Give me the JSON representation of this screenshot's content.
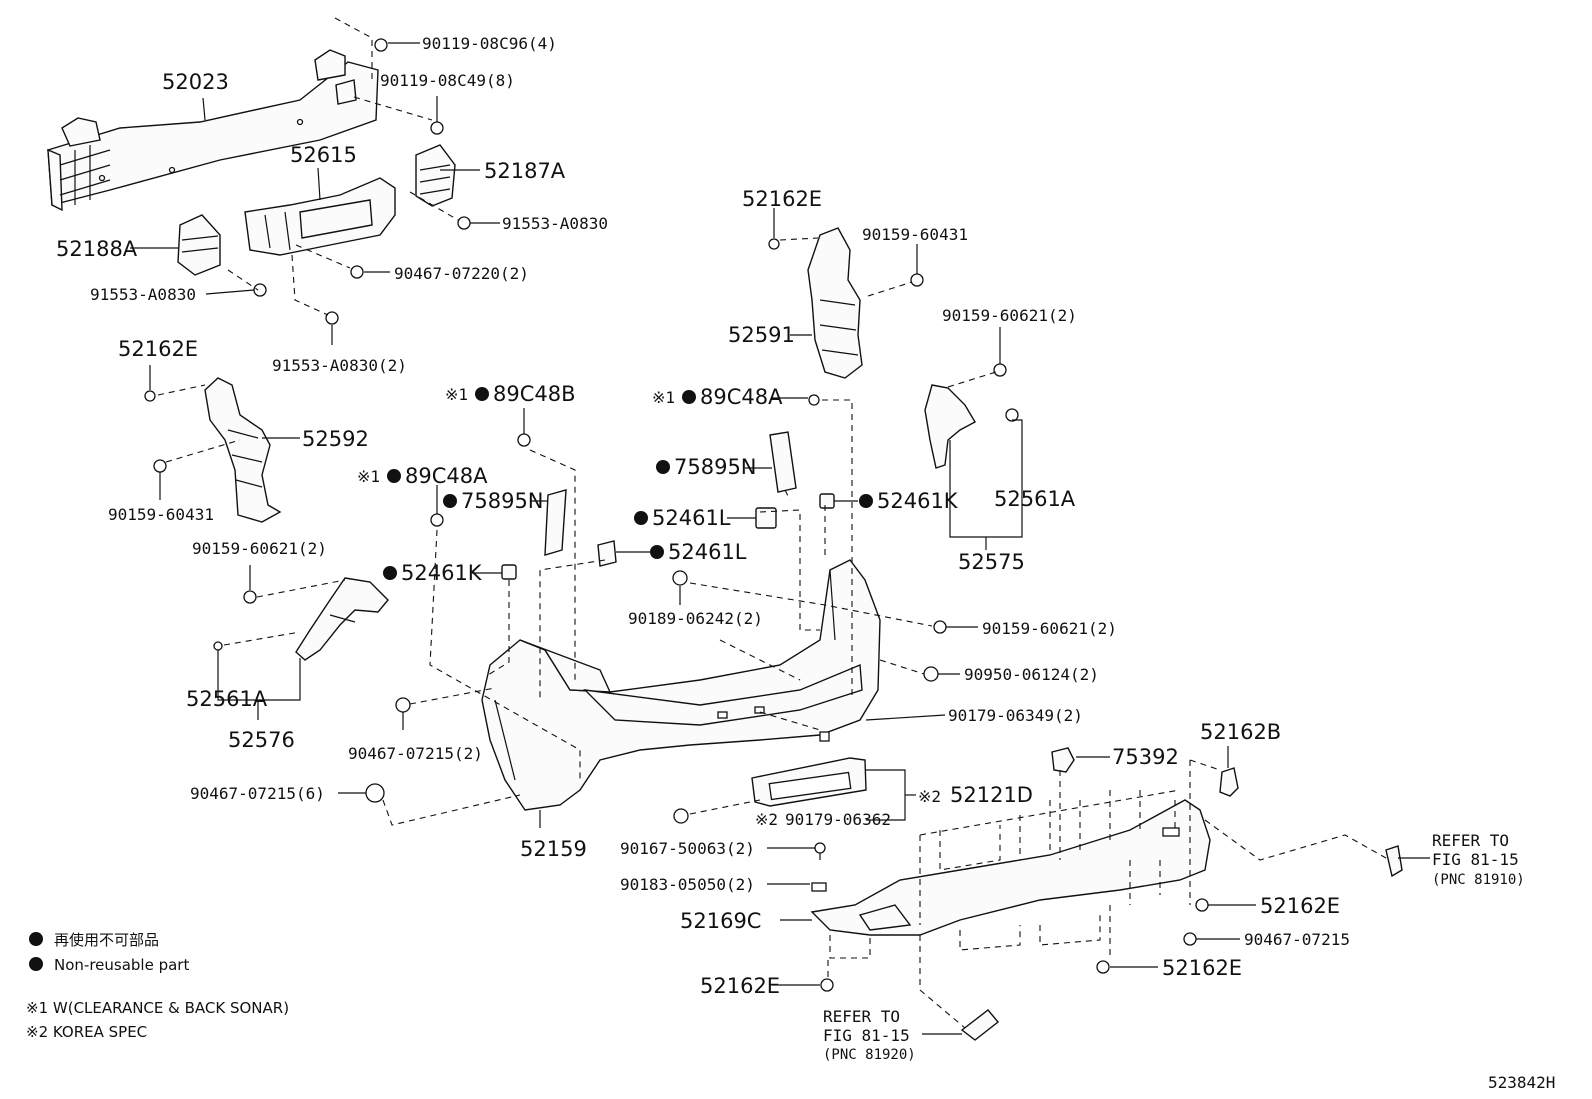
{
  "labels": {
    "p52023": "52023",
    "p90119_96": "90119-08C96(4)",
    "p90119_49": "90119-08C49(8)",
    "p52615": "52615",
    "p52187A": "52187A",
    "p91553_r": "91553-A0830",
    "p52188A": "52188A",
    "p90467_07220": "90467-07220(2)",
    "p91553_l": "91553-A0830",
    "p91553_2": "91553-A0830(2)",
    "p52162E_tl": "52162E",
    "p52592": "52592",
    "p90159_431_l": "90159-60431",
    "p90159_621_l": "90159-60621(2)",
    "p52561A_l": "52561A",
    "p52576": "52576",
    "p90467_215_2": "90467-07215(2)",
    "p90467_215_6": "90467-07215(6)",
    "p52159": "52159",
    "p89C48B": "89C48B",
    "p89C48A_l": "89C48A",
    "p75895N_l": "75895N",
    "p52461K_l": "52461K",
    "p52461L_c": "52461L",
    "p52162E_tc": "52162E",
    "p90159_431_r": "90159-60431",
    "p52591": "52591",
    "p89C48A_r": "89C48A",
    "p75895N_r": "75895N",
    "p52461L_r": "52461L",
    "p52461K_r": "52461K",
    "p90159_621_tr": "90159-60621(2)",
    "p52561A_r": "52561A",
    "p52575": "52575",
    "p90189": "90189-06242(2)",
    "p90159_621_mr": "90159-60621(2)",
    "p90950": "90950-06124(2)",
    "p90179_349": "90179-06349(2)",
    "p75392": "75392",
    "p52162B": "52162B",
    "p52121D": "52121D",
    "p90179_362": "90179-06362",
    "p90167": "90167-50063(2)",
    "p90183": "90183-05050(2)",
    "p52169C": "52169C",
    "p52162E_br1": "52162E",
    "p90467_215_r": "90467-07215",
    "p52162E_br2": "52162E",
    "p52162E_bc": "52162E",
    "refer1_a": "REFER TO",
    "refer1_b": "FIG 81-15",
    "refer1_c": "(PNC 81910)",
    "refer2_a": "REFER TO",
    "refer2_b": "FIG 81-15",
    "refer2_c": "(PNC 81920)"
  },
  "marks": {
    "ref1": "※1",
    "ref2": "※2"
  },
  "legend": {
    "nonreusable_jp": "再使用不可部品",
    "nonreusable_en": "Non-reusable part",
    "note1": "※1  W(CLEARANCE & BACK SONAR)",
    "note2": "※2 KOREA SPEC"
  },
  "diagram_id": "523842H"
}
